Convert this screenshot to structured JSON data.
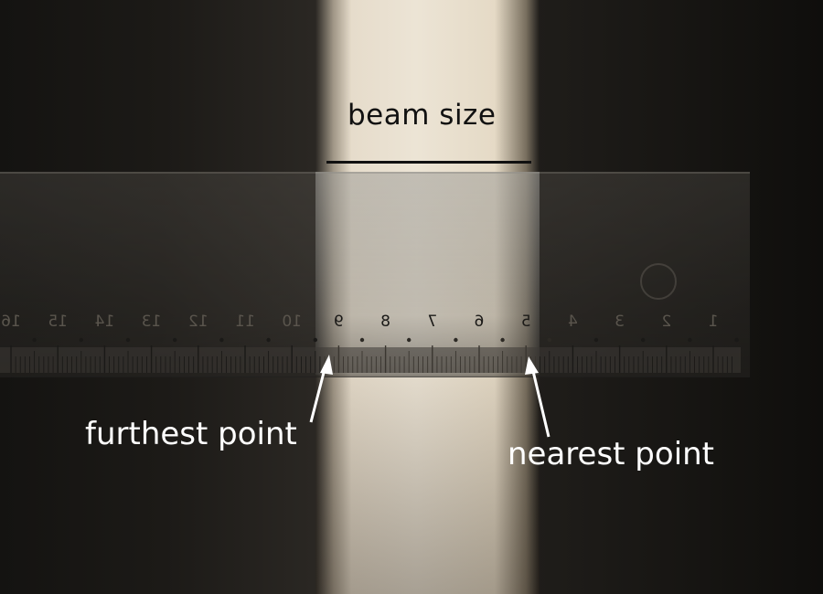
{
  "annotations": {
    "beam_size": "beam size",
    "furthest_point": "furthest point",
    "nearest_point": "nearest point"
  },
  "ruler": {
    "numbers_mirrored": [
      "16",
      "15",
      "14",
      "13",
      "12",
      "11",
      "10",
      "9",
      "8",
      "7",
      "6",
      "5",
      "4",
      "3",
      "2",
      "1"
    ]
  },
  "colors": {
    "beam": "#ece4d5",
    "background": "#141311",
    "annotation_text_light": "#ffffff",
    "annotation_text_dark": "#111111"
  }
}
